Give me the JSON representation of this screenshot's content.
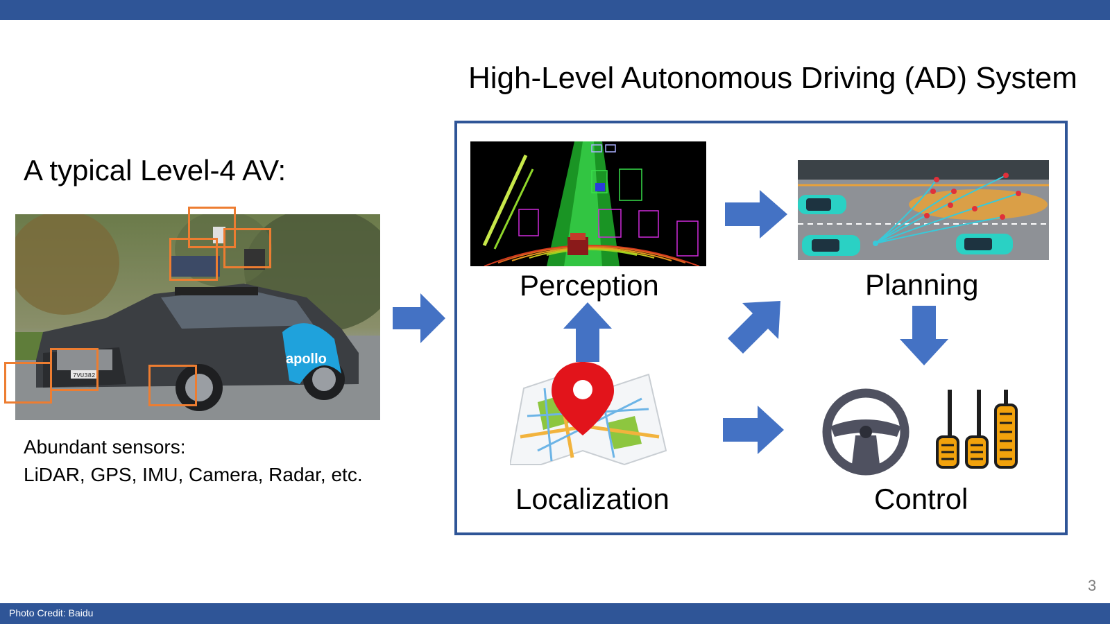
{
  "slide": {
    "title": "High-Level Autonomous Driving (AD) System",
    "left_heading": "A typical Level-4 AV:",
    "sensors_line1": "Abundant sensors:",
    "sensors_line2": "LiDAR, GPS, IMU, Camera, Radar, etc.",
    "credit": "Photo Credit: Baidu",
    "page_number": "3"
  },
  "photo": {
    "car_brand_text": "apollo",
    "plate_text": "7VU382"
  },
  "modules": {
    "perception": "Perception",
    "planning": "Planning",
    "localization": "Localization",
    "control": "Control"
  },
  "colors": {
    "theme_blue": "#2f5597",
    "arrow_blue": "#4472c4",
    "sensor_box_orange": "#ed7d31"
  }
}
